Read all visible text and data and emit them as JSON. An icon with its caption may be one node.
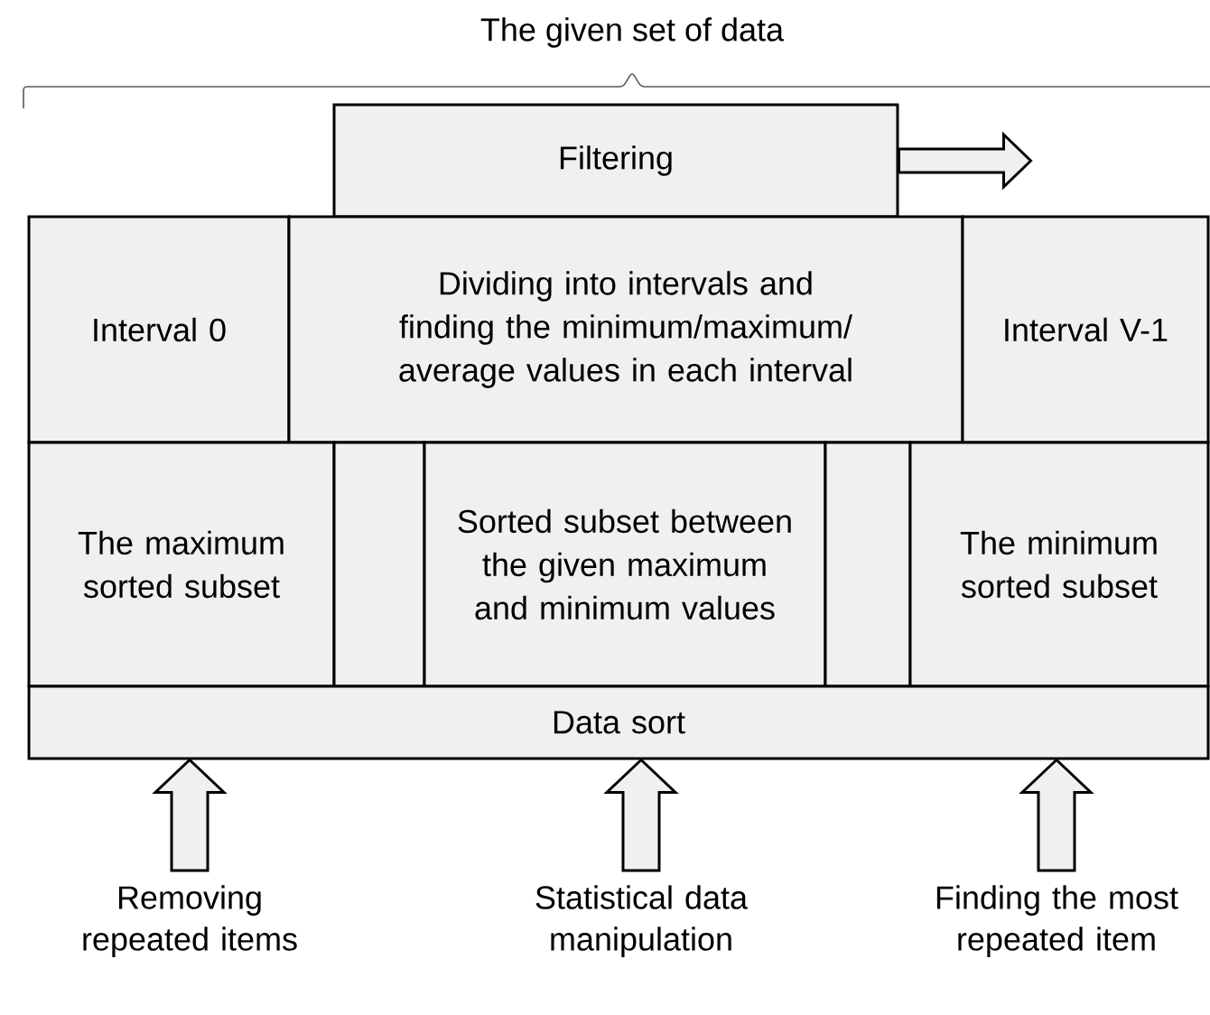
{
  "diagram": {
    "title": "The given set of data",
    "nodes": [
      {
        "text": [
          "Filtering"
        ]
      },
      {
        "text": [
          "Interval 0"
        ]
      },
      {
        "text": [
          "Dividing into intervals and finding the minimum/maximum/ average values in each interval"
        ]
      },
      {
        "text": [
          "Interval V-1"
        ]
      },
      {
        "text": [
          "The maximum sorted subset"
        ]
      },
      {
        "text": [],
        "shape": "box"
      },
      {
        "text": [
          "Sorted subset between the given maximum and minimum values"
        ]
      },
      {
        "text": [],
        "shape": "box"
      },
      {
        "text": [
          "The minimum sorted subset"
        ]
      },
      {
        "text": [
          "Data sort"
        ]
      },
      {
        "text": [
          "Removing repeated items"
        ]
      },
      {
        "text": [
          "Statistical data manipulation"
        ]
      },
      {
        "text": [
          "Finding the most repeated item"
        ]
      }
    ],
    "edges": [
      {
        "from": 0,
        "to": null,
        "arrow": "to"
      },
      {
        "from": 10,
        "to": 9,
        "arrow": "to"
      },
      {
        "from": 11,
        "to": 9,
        "arrow": "to"
      },
      {
        "from": 12,
        "to": 9,
        "arrow": "to"
      }
    ]
  }
}
